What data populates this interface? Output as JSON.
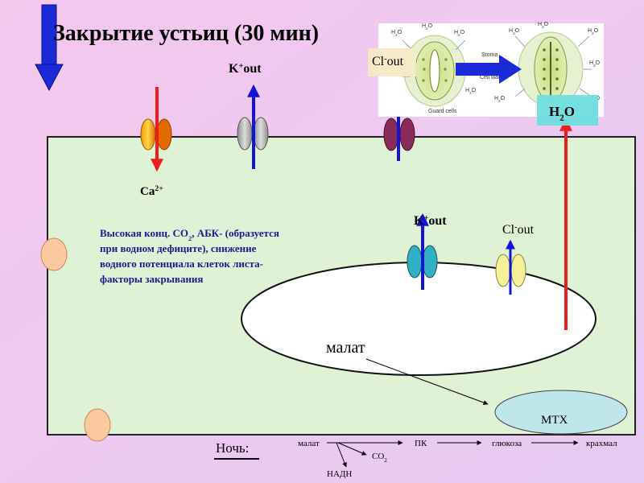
{
  "title": "Закрытие устьиц (30 мин)",
  "labels": {
    "k_out_top": "K+out",
    "cl_out_top": "Cl-out",
    "h2o": "H2O",
    "ca": "Ca2+",
    "k_out_vacuole": "K+out",
    "cl_out_vacuole": "Cl-out",
    "malate": "малат",
    "mtx": "МТХ",
    "night": "Ночь:"
  },
  "factors_text": [
    "Высокая конц. CO2,  АБК- (образуется",
    "при водном дефиците), снижение",
    "водного потенциала клеток листа-",
    "факторы закрывания"
  ],
  "reaction_row": {
    "malate": "малат",
    "co2": "CO2",
    "nadh": "НАДН",
    "pk": "ПК",
    "glucose": "глюкоза",
    "starch": "крахмал"
  },
  "inset_image": {
    "labels": {
      "h2o": "H2O",
      "stoma": "Stoma",
      "cell_walls": "Cell walls",
      "guard_cells": "Guard cells"
    }
  },
  "colors": {
    "background_top": "#f5c8ee",
    "background_bottom": "#e6caf2",
    "cell_fill": "#dff2d6",
    "vacuole_fill": "#ffffff",
    "mtx_fill": "#bfe6ea",
    "influx_arrow": "#ee1c1c",
    "efflux_arrow": "#1313d6",
    "ca_channel": "#f5b400",
    "k_channel_top": "#b8b8b8",
    "cl_channel_top": "#8a2b5a",
    "k_channel_vacuole": "#2fb0c3",
    "cl_channel_vacuole": "#f5f09a",
    "wall_bump": "#fbc8a0",
    "label_box": "#f4eac6",
    "h2o_box": "#6fdede"
  }
}
